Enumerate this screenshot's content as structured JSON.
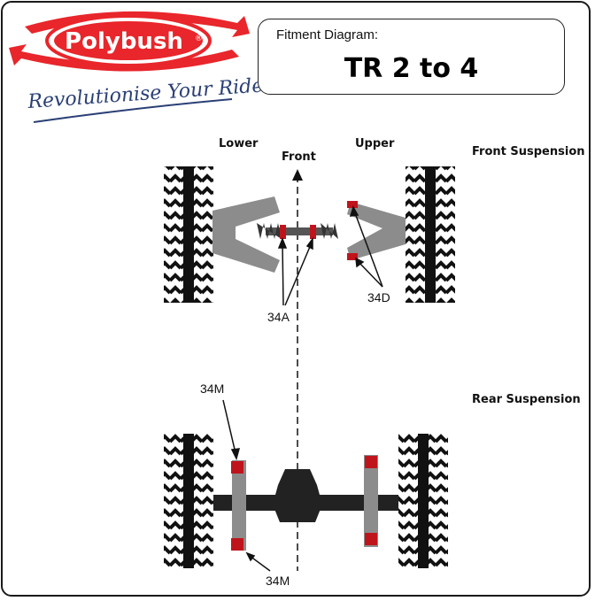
{
  "logo": {
    "brand": "Polybush",
    "registered": "®",
    "tagline": "Revolutionise Your Ride"
  },
  "header": {
    "subtitle": "Fitment Diagram:",
    "title": "TR 2 to 4"
  },
  "front_suspension": {
    "heading": "Front Suspension",
    "lower_label": "Lower",
    "upper_label": "Upper",
    "front_label": "Front",
    "callouts": [
      "34A",
      "34D"
    ]
  },
  "rear_suspension": {
    "heading": "Rear Suspension",
    "callouts": [
      "34M",
      "34M"
    ]
  },
  "colors": {
    "brand_red": "#e8262b",
    "bush_red": "#c0141c",
    "part_grey": "#8c8c8c",
    "tyre": "#111111"
  }
}
